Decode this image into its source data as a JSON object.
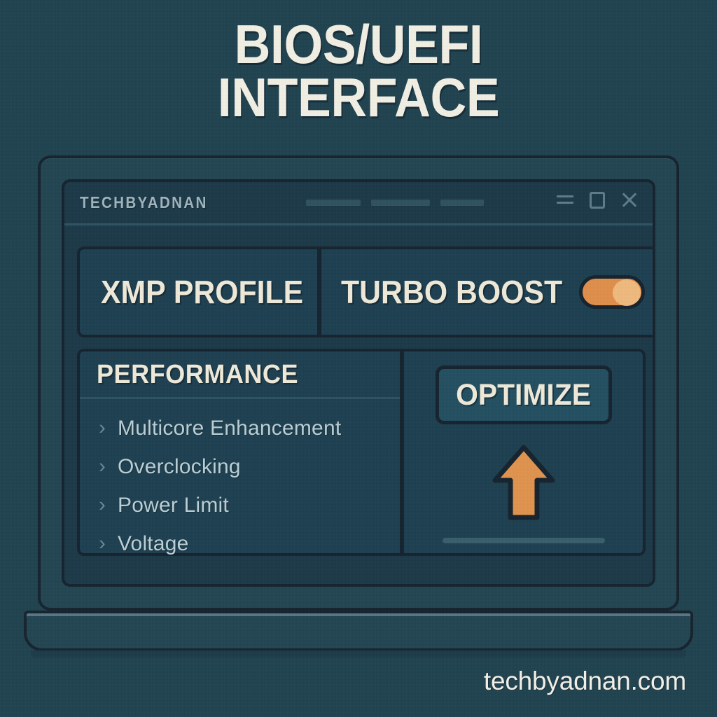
{
  "colors": {
    "background": "#214350",
    "panel_fill": "#1e4051",
    "panel_border": "#16242f",
    "accent_orange": "#E08F4B",
    "accent_orange_light": "#F0BA7E",
    "text_cream": "#EFEAD9",
    "text_muted": "#BCCFD6"
  },
  "title": {
    "line1": "BIOS/UEFI",
    "line2": "INTERFACE"
  },
  "window": {
    "app_title": "TECHBYADNAN",
    "menu_placeholders": 3,
    "controls": [
      {
        "name": "menu-icon",
        "glyph": "hamburger"
      },
      {
        "name": "maximize-icon",
        "glyph": "square"
      },
      {
        "name": "close-icon",
        "glyph": "x"
      }
    ]
  },
  "top_panels": {
    "xmp": {
      "label": "XMP PROFILE"
    },
    "turbo": {
      "label": "TURBO BOOST",
      "toggle_state": "on"
    }
  },
  "performance": {
    "title": "PERFORMANCE",
    "chevron": "›",
    "items": [
      {
        "label": "Multicore Enhancement"
      },
      {
        "label": "Overclocking"
      },
      {
        "label": "Power Limit"
      },
      {
        "label": "Voltage"
      }
    ]
  },
  "optimize": {
    "button_label": "OPTIMIZE",
    "arrow_direction": "up"
  },
  "footer": {
    "website": "techbyadnan.com"
  }
}
